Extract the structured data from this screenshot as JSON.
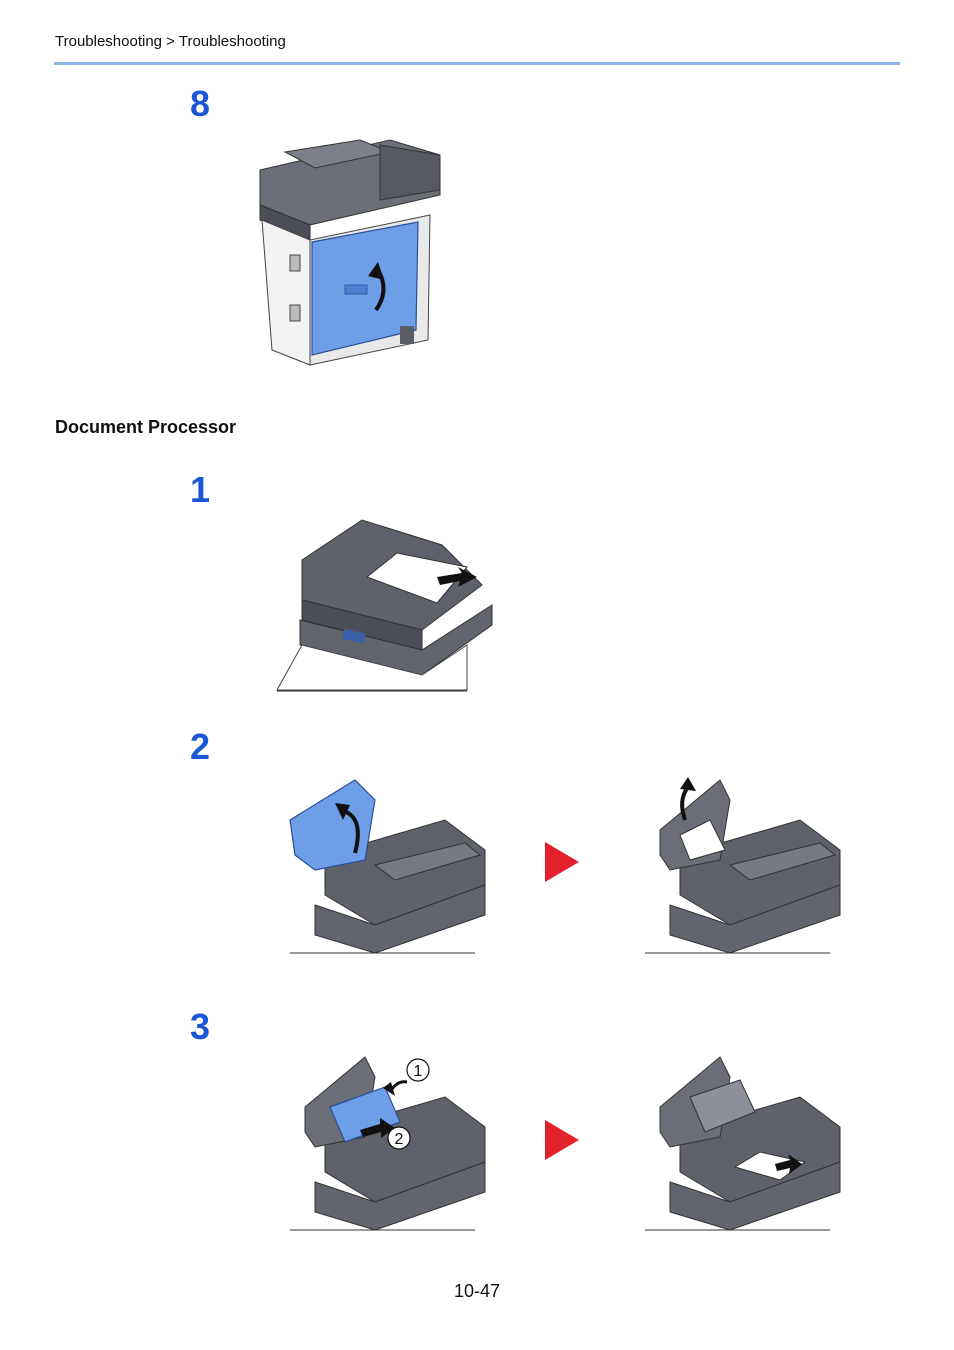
{
  "header": {
    "breadcrumb": "Troubleshooting > Troubleshooting"
  },
  "steps_top": [
    {
      "number": "8"
    }
  ],
  "section": {
    "title": "Document Processor"
  },
  "steps": [
    {
      "number": "1"
    },
    {
      "number": "2"
    },
    {
      "number": "3"
    }
  ],
  "callouts": {
    "one": "1",
    "two": "2"
  },
  "colors": {
    "accent": "#1a57d6",
    "highlight": "#6f9ee8",
    "arrow": "#e3202b",
    "rule": "#8fb3e8",
    "device": "#5a5c66"
  },
  "footer": {
    "page_number": "10-47"
  }
}
